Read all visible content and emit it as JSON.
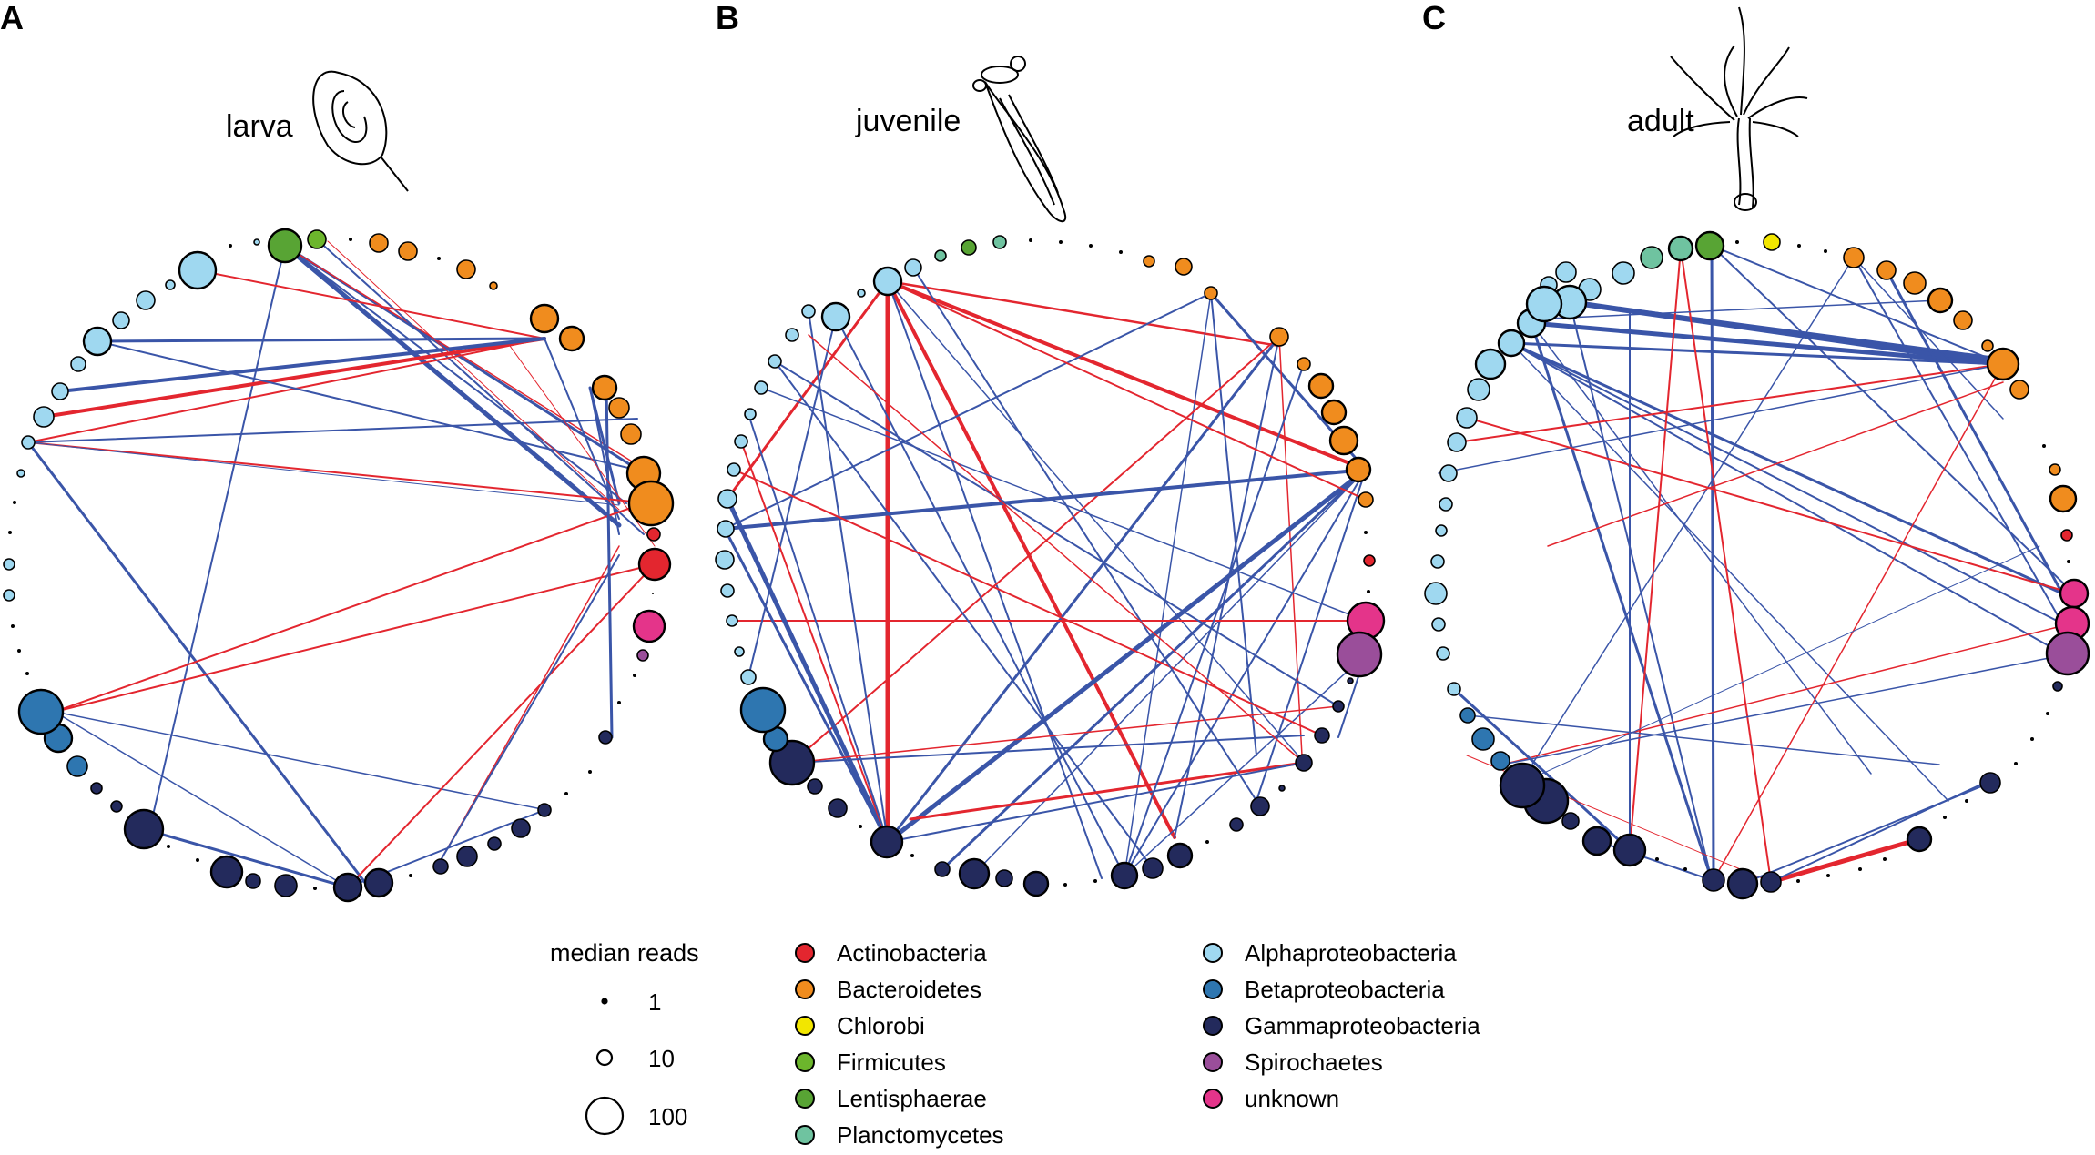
{
  "colors": {
    "positive_edge": "#3a55a8",
    "negative_edge": "#e3262f",
    "Actinobacteria": "#e3262f",
    "Bacteroidetes": "#f08c1e",
    "Chlorobi": "#f2e600",
    "Firmicutes": "#6cb62c",
    "Lentisphaerae": "#58a434",
    "Planctomycetes": "#6fc3a0",
    "Alphaproteobacteria": "#9fd8f0",
    "Betaproteobacteria": "#2e76b0",
    "Gammaproteobacteria": "#232a5c",
    "Spirochaetes": "#9a4e9a",
    "unknown": "#e4348a"
  },
  "panels": [
    {
      "letter": "A",
      "stage": "larva"
    },
    {
      "letter": "B",
      "stage": "juvenile"
    },
    {
      "letter": "C",
      "stage": "adult"
    }
  ],
  "size_legend": {
    "title": "median reads",
    "entries": [
      {
        "value": 1,
        "label": "1"
      },
      {
        "value": 10,
        "label": "10"
      },
      {
        "value": 100,
        "label": "100"
      }
    ]
  },
  "phylum_legend": [
    {
      "name": "Actinobacteria",
      "color": "#e3262f"
    },
    {
      "name": "Bacteroidetes",
      "color": "#f08c1e"
    },
    {
      "name": "Chlorobi",
      "color": "#f2e600"
    },
    {
      "name": "Firmicutes",
      "color": "#6cb62c"
    },
    {
      "name": "Lentisphaerae",
      "color": "#58a434"
    },
    {
      "name": "Planctomycetes",
      "color": "#6fc3a0"
    },
    {
      "name": "Alphaproteobacteria",
      "color": "#9fd8f0"
    },
    {
      "name": "Betaproteobacteria",
      "color": "#2e76b0"
    },
    {
      "name": "Gammaproteobacteria",
      "color": "#232a5c"
    },
    {
      "name": "Spirochaetes",
      "color": "#9a4e9a"
    },
    {
      "name": "unknown",
      "color": "#e4348a"
    }
  ]
}
